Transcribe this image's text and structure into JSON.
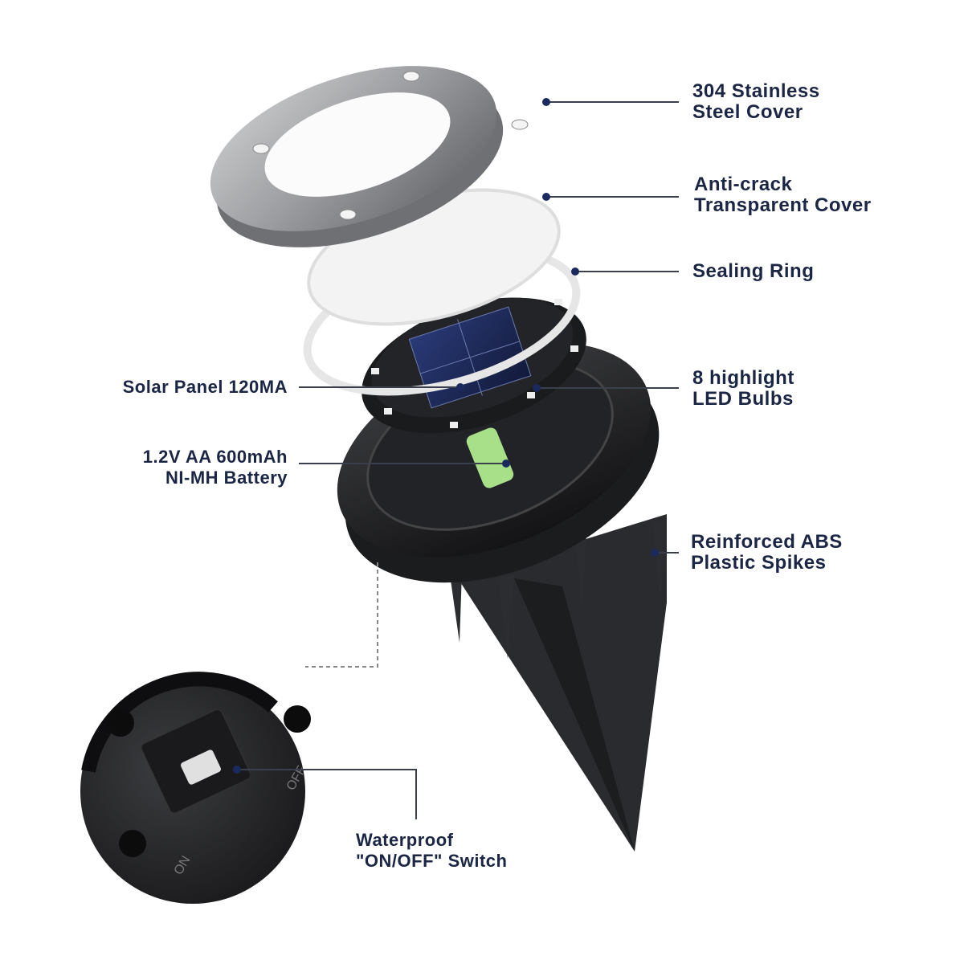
{
  "labels": {
    "steel_cover": [
      "304 Stainless",
      "Steel Cover"
    ],
    "transparent_cover": [
      "Anti-crack",
      "Transparent Cover"
    ],
    "sealing_ring": [
      "Sealing Ring"
    ],
    "led_bulbs": [
      "8 highlight",
      "LED Bulbs"
    ],
    "solar_panel": [
      "Solar Panel 120MA"
    ],
    "battery": [
      "1.2V AA 600mAh",
      "NI-MH Battery"
    ],
    "spikes": [
      "Reinforced ABS",
      "Plastic Spikes"
    ],
    "switch": [
      "Waterproof",
      "\"ON/OFF\" Switch"
    ]
  },
  "switch_markings": {
    "on": "ON",
    "off": "OFF"
  },
  "colors": {
    "label_text": "#1b2544",
    "leader_line": "#3a3f4e",
    "dot": "#1b2a5e"
  }
}
